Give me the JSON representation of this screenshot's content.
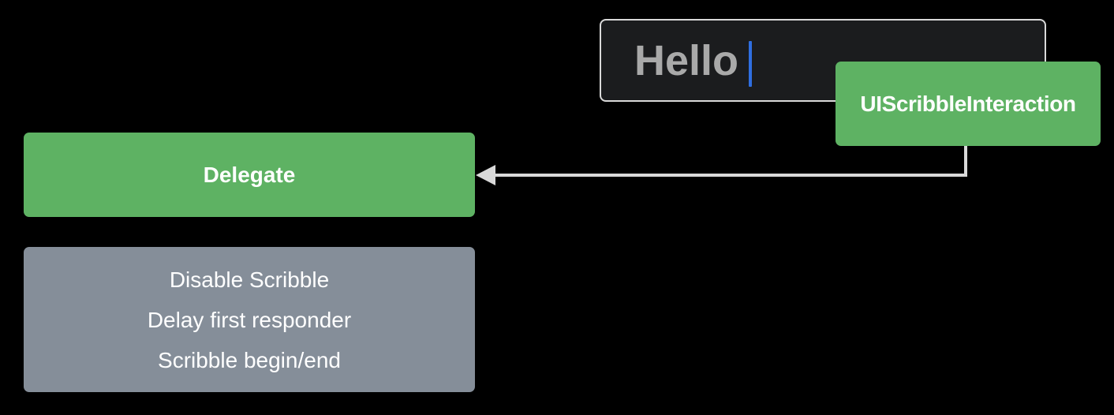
{
  "text_field": {
    "value": "Hello"
  },
  "interaction": {
    "label": "UIScribbleInteraction"
  },
  "delegate": {
    "label": "Delegate"
  },
  "methods": {
    "items": [
      "Disable Scribble",
      "Delay first responder",
      "Scribble begin/end"
    ]
  },
  "colors": {
    "background": "#000000",
    "green": "#5eb263",
    "gray": "#858e99",
    "field_border": "#d9d9d9",
    "caret": "#2f6ee0",
    "arrow": "#d9d9d9"
  }
}
